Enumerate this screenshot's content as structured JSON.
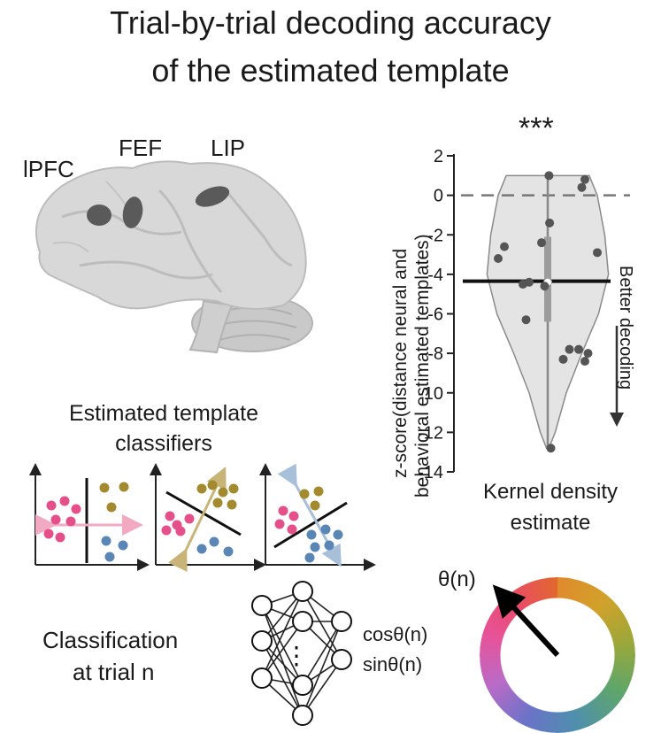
{
  "title": {
    "line1": "Trial-by-trial decoding accuracy",
    "line2": "of the estimated template"
  },
  "brain": {
    "regions": [
      "lPFC",
      "FEF",
      "LIP"
    ]
  },
  "classifiers": {
    "label_line1": "Estimated template",
    "label_line2": "classifiers"
  },
  "classification": {
    "label_line1": "Classification",
    "label_line2": "at trial n",
    "outputs": [
      "cosθ(n)",
      "sinθ(n)"
    ],
    "hidden_ellipsis": "⋮"
  },
  "color_wheel": {
    "label": "θ(n)"
  },
  "chart_data": {
    "type": "violin",
    "significance": "***",
    "ylabel_line1": "z-score(distance neural and",
    "ylabel_line2": "behavioral estimated templates)",
    "xlabel_line1": "Kernel density",
    "xlabel_line2": "estimate",
    "annotation": "Better decoding",
    "ylim": [
      -14,
      2
    ],
    "yticks": [
      2,
      0,
      -2,
      -4,
      -6,
      -8,
      -10,
      -12,
      -14
    ],
    "reference_line": 0,
    "median": -4.4,
    "mean": -4.35,
    "iqr": [
      -6.4,
      -2.1
    ],
    "whiskers": [
      -12.8,
      1.0
    ],
    "points": [
      {
        "x": -0.8,
        "y": -3.2
      },
      {
        "x": -0.7,
        "y": -2.6
      },
      {
        "x": -0.4,
        "y": -4.5
      },
      {
        "x": -0.3,
        "y": -4.4
      },
      {
        "x": -0.35,
        "y": -6.3
      },
      {
        "x": -0.1,
        "y": -2.4
      },
      {
        "x": -0.05,
        "y": -4.6
      },
      {
        "x": 0.02,
        "y": 1.0
      },
      {
        "x": 0.03,
        "y": -1.4
      },
      {
        "x": 0.05,
        "y": -12.8
      },
      {
        "x": 0.35,
        "y": -7.8
      },
      {
        "x": 0.25,
        "y": -8.3
      },
      {
        "x": 0.5,
        "y": -7.8
      },
      {
        "x": 0.6,
        "y": -8.4
      },
      {
        "x": 0.65,
        "y": -8.0
      },
      {
        "x": 0.55,
        "y": 0.4
      },
      {
        "x": 0.6,
        "y": 0.8
      },
      {
        "x": 0.8,
        "y": -2.9
      }
    ]
  },
  "colors": {
    "pink": "#e5508a",
    "gold": "#a48a2e",
    "blue": "#5a86b5",
    "brain_fill": "#d8d8d8",
    "region_fill": "#5a5a5a",
    "violin_fill": "#e4e4e4"
  }
}
